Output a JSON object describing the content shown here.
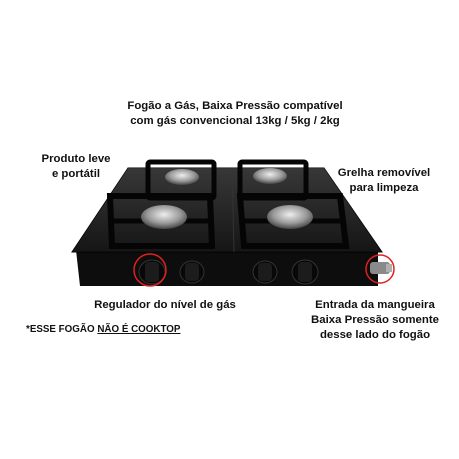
{
  "headline": {
    "line1": "Fogão a Gás, Baixa Pressão compatível",
    "line2": "com gás convencional 13kg / 5kg / 2kg"
  },
  "callouts": {
    "portable": {
      "line1": "Produto leve",
      "line2": "e portátil"
    },
    "grate": {
      "line1": "Grelha removível",
      "line2": "para limpeza"
    },
    "regulator": {
      "line1": "Regulador do nível de gás"
    },
    "hose": {
      "line1": "Entrada da mangueira",
      "line2": "Baixa Pressão somente",
      "line3": "desse lado do fogão"
    }
  },
  "note": {
    "prefix": "*ESSE FOGÃO ",
    "emphasis": "NÃO É COOKTOP"
  },
  "colors": {
    "highlight_circle": "#e02020",
    "stove_body": "#111111"
  },
  "product": {
    "burners": 4,
    "knobs": 4,
    "hose_inlet_side": "right"
  }
}
